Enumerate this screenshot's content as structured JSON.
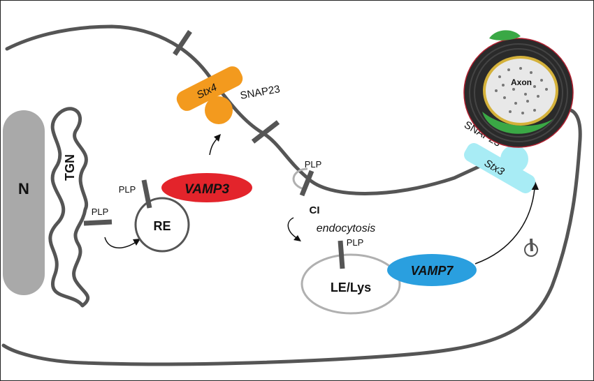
{
  "labels": {
    "nucleus": "N",
    "tgn": "TGN",
    "re": "RE",
    "plp": "PLP",
    "vamp3": "VAMP3",
    "stx4": "Stx4",
    "snap23": "SNAP23",
    "ci": "CI",
    "endocytosis": "endocytosis",
    "le_lys": "LE/Lys",
    "vamp7": "VAMP7",
    "stx3": "Stx3",
    "axon": "Axon"
  },
  "colors": {
    "membrane": "#555555",
    "nucleus": "#a9a9a9",
    "vamp3": "#e3242b",
    "stx4": "#f39a1e",
    "vamp7": "#2a9fdf",
    "stx3": "#a8ecf5",
    "myelin": "#2a2a2a",
    "axoplasm": "#e8e8e8",
    "oligodendrocyte": "#3aa845",
    "ci": "#b0b0b0"
  }
}
